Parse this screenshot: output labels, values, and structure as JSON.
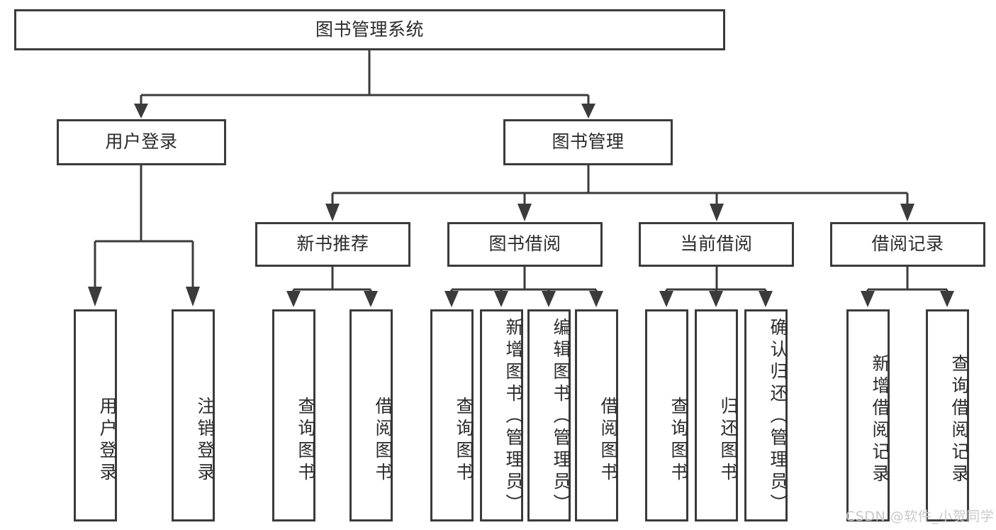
{
  "diagram": {
    "title": "图书管理系统",
    "type": "hierarchy-tree",
    "colors": {
      "stroke": "#3b3b3b",
      "fill": "#ffffff",
      "text": "#2b2b2b",
      "watermark": "#c9c9c9"
    },
    "root": {
      "label": "图书管理系统"
    },
    "level2": [
      {
        "label": "用户登录"
      },
      {
        "label": "图书管理"
      }
    ],
    "level3": [
      {
        "label": "新书推荐"
      },
      {
        "label": "图书借阅"
      },
      {
        "label": "当前借阅"
      },
      {
        "label": "借阅记录"
      }
    ],
    "leaves": {
      "user_login": [
        {
          "label": "用户登录"
        },
        {
          "label": "注销登录"
        }
      ],
      "new_book": [
        {
          "label": "查询图书"
        },
        {
          "label": "借阅图书"
        }
      ],
      "book_borrow": [
        {
          "label": "查询图书"
        },
        {
          "label": "新增图书（管理员）"
        },
        {
          "label": "编辑图书（管理员）"
        },
        {
          "label": "借阅图书"
        }
      ],
      "current_borrow": [
        {
          "label": "查询图书"
        },
        {
          "label": "归还图书"
        },
        {
          "label": "确认归还（管理员）"
        }
      ],
      "borrow_record": [
        {
          "label": "新增借阅记录"
        },
        {
          "label": "查询借阅记录"
        }
      ]
    }
  },
  "watermark": {
    "text": "CSDN @软件_小贺同学"
  }
}
